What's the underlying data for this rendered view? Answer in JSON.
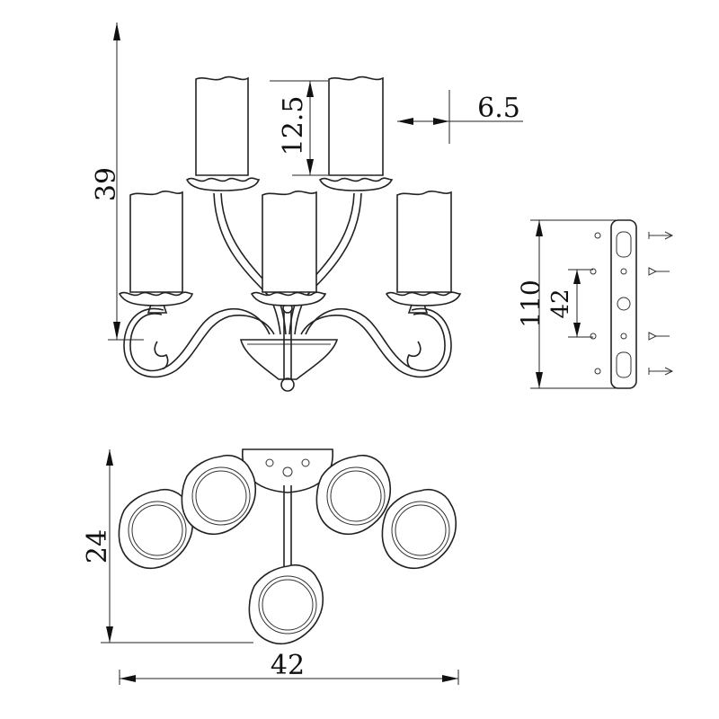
{
  "dimensions": {
    "overall_height": "39",
    "candle_height": "12.5",
    "candle_gap": "6.5",
    "bracket_height": "110",
    "bracket_hole_spacing": "42",
    "depth": "24",
    "width": "42"
  },
  "colors": {
    "line": "#222222",
    "background": "#ffffff"
  }
}
